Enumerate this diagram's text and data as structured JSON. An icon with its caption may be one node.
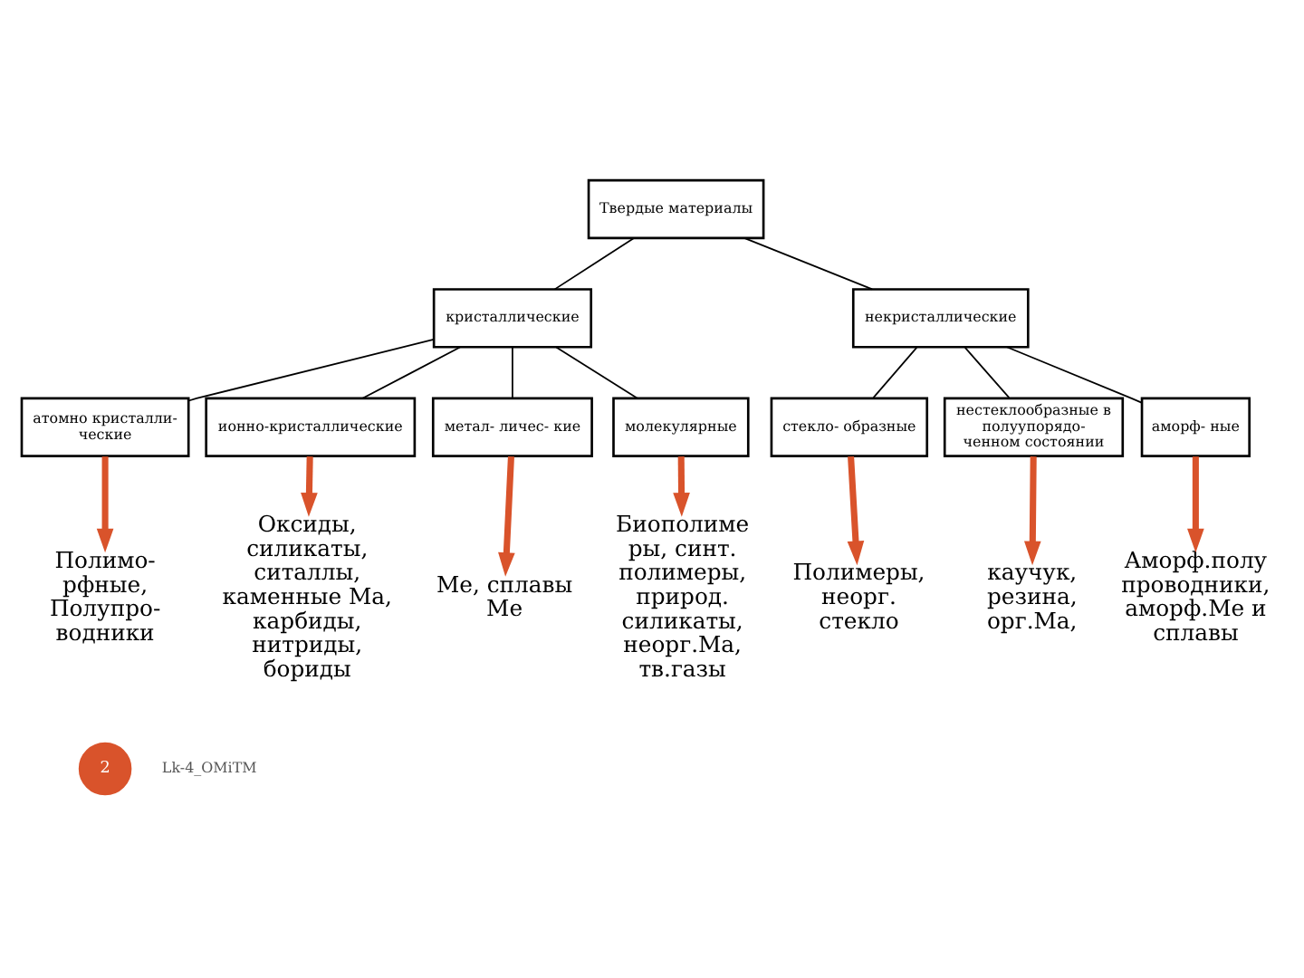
{
  "diagram": {
    "nodes": [
      {
        "text": [
          "Твердые материалы"
        ]
      },
      {
        "text": [
          "кристаллические"
        ]
      },
      {
        "text": [
          "некристаллические"
        ]
      },
      {
        "text": [
          "атомно кристалли- ческие"
        ]
      },
      {
        "text": [
          "ионно-кристаллические"
        ]
      },
      {
        "text": [
          "метал- личес- кие"
        ]
      },
      {
        "text": [
          "молекулярные"
        ]
      },
      {
        "text": [
          "стекло- образные"
        ]
      },
      {
        "text": [
          "нестеклообразные в полуупорядо- ченном состоянии"
        ]
      },
      {
        "text": [
          "аморф- ные"
        ]
      },
      {
        "text": [
          "Полимо- рфные, Полупро- водники"
        ]
      },
      {
        "text": [
          "Оксиды, силикаты, ситаллы, каменные Ма, карбиды, нитриды, бориды"
        ]
      },
      {
        "text": [
          "Me, сплавы Me"
        ]
      },
      {
        "text": [
          "Биополиме ры, синт. полимеры, природ. силикаты, неорг.Ма, тв.газы"
        ]
      },
      {
        "text": [
          "Полимеры, неорг. стекло"
        ]
      },
      {
        "text": [
          "каучук, резина, орг.Ма,"
        ]
      },
      {
        "text": [
          "Аморф.полу проводники, аморф.Me и сплавы"
        ]
      }
    ],
    "edges": [
      {
        "from": 0,
        "to": 1,
        "arrow": "none"
      },
      {
        "from": 0,
        "to": 2,
        "arrow": "none"
      },
      {
        "from": 1,
        "to": 3,
        "arrow": "none"
      },
      {
        "from": 1,
        "to": 4,
        "arrow": "none"
      },
      {
        "from": 1,
        "to": 5,
        "arrow": "none"
      },
      {
        "from": 1,
        "to": 6,
        "arrow": "none"
      },
      {
        "from": 2,
        "to": 7,
        "arrow": "none"
      },
      {
        "from": 2,
        "to": 8,
        "arrow": "none"
      },
      {
        "from": 2,
        "to": 9,
        "arrow": "none"
      },
      {
        "from": 3,
        "to": 10,
        "arrow": "to",
        "style": "thick",
        "color": "#d9532b"
      },
      {
        "from": 4,
        "to": 11,
        "arrow": "to",
        "style": "thick",
        "color": "#d9532b"
      },
      {
        "from": 5,
        "to": 12,
        "arrow": "to",
        "style": "thick",
        "color": "#d9532b"
      },
      {
        "from": 6,
        "to": 13,
        "arrow": "to",
        "style": "thick",
        "color": "#d9532b"
      },
      {
        "from": 7,
        "to": 14,
        "arrow": "to",
        "style": "thick",
        "color": "#d9532b"
      },
      {
        "from": 8,
        "to": 15,
        "arrow": "to",
        "style": "thick",
        "color": "#d9532b"
      },
      {
        "from": 9,
        "to": 16,
        "arrow": "to",
        "style": "thick",
        "color": "#d9532b"
      }
    ],
    "labels": [
      "2",
      "Lk-4_OMiTM"
    ]
  }
}
